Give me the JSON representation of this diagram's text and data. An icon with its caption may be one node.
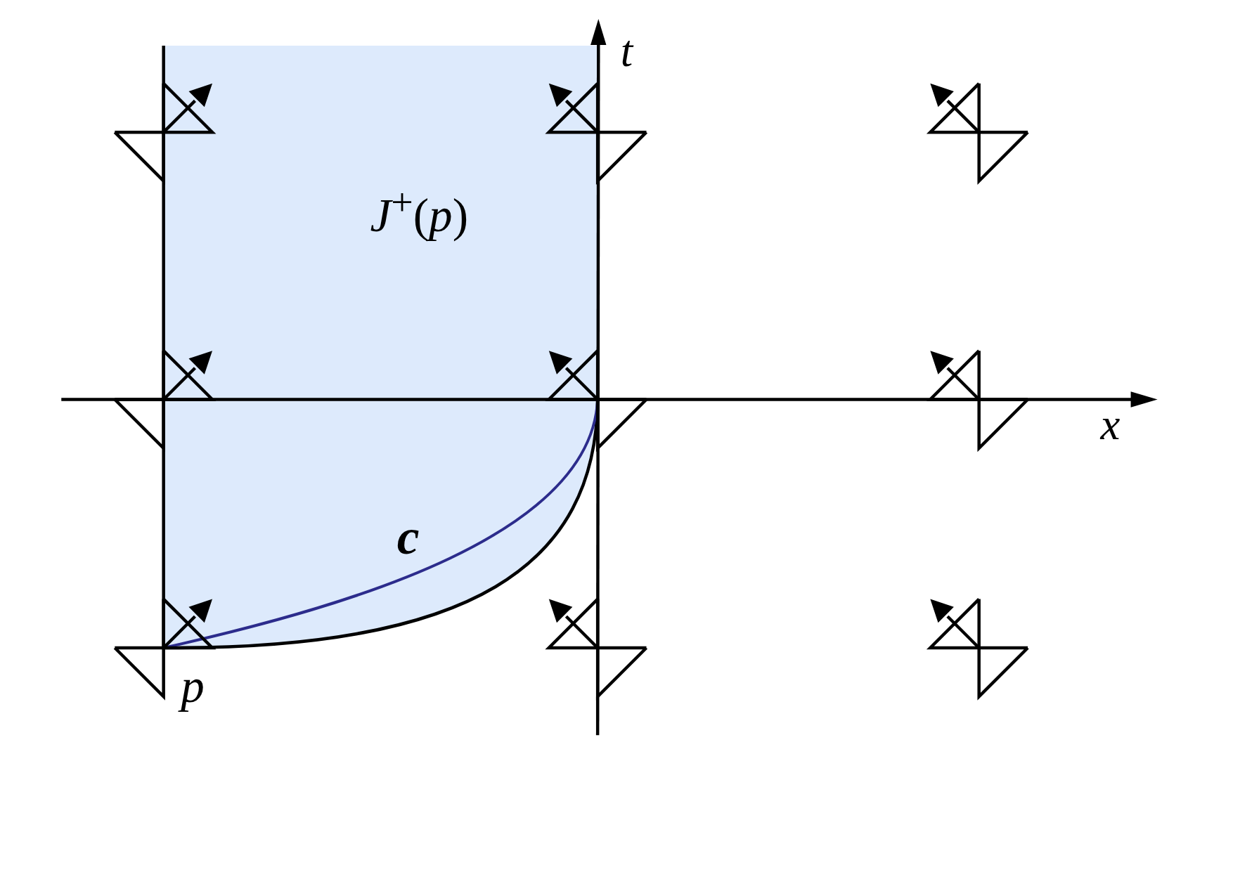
{
  "diagram": {
    "labels": [
      "t",
      "*J*$^{+}$(*p*)",
      "x",
      "c",
      "p"
    ]
  }
}
